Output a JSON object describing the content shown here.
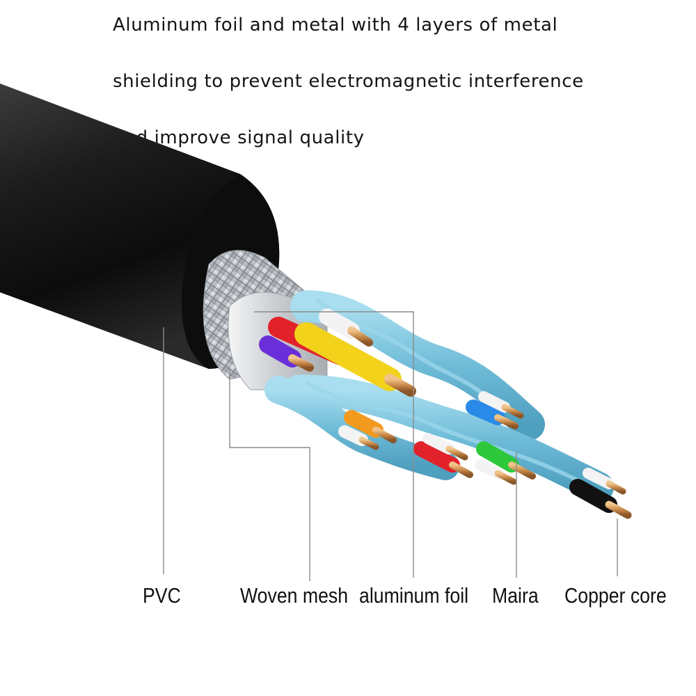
{
  "headline": {
    "line1": "Aluminum foil and metal with 4 layers of metal",
    "line2": "shielding to prevent electromagnetic interference",
    "line3": "and improve signal quality"
  },
  "labels": {
    "pvc": "PVC",
    "woven_mesh": "Woven mesh",
    "aluminum_foil": "aluminum foil",
    "maira": "Maira",
    "copper_core": "Copper core"
  },
  "colors": {
    "jacket": "#141414",
    "mesh": "#cfd2d6",
    "foil": "#d9dbde",
    "pair_wrap": "#7ec6df",
    "copper": "#c9894b",
    "wire_red": "#e2222a",
    "wire_yellow": "#f2d21a",
    "wire_purple": "#6a2fd8",
    "wire_orange": "#f29a1e",
    "wire_blue": "#2a8ae8",
    "wire_green": "#2ec83c",
    "wire_black": "#111111",
    "leader_line": "#8a8a8a"
  }
}
